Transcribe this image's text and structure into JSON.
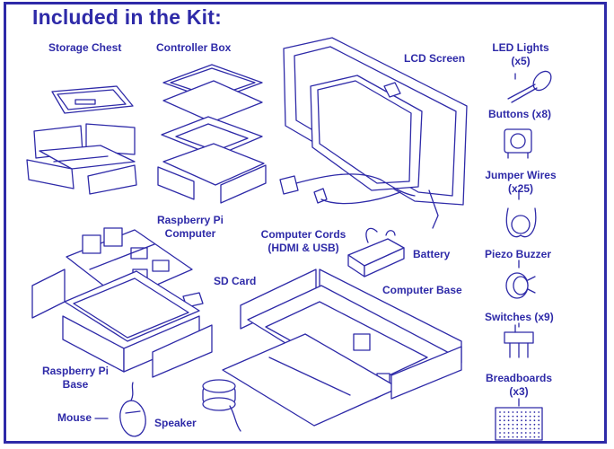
{
  "title": "Included in the Kit:",
  "labels": {
    "storage_chest": "Storage Chest",
    "controller_box": "Controller Box",
    "lcd_screen": "LCD Screen",
    "led_lights": "LED Lights",
    "led_lights_count": "(x5)",
    "buttons": "Buttons (x8)",
    "jumper_wires": "Jumper Wires",
    "jumper_wires_count": "(x25)",
    "raspberry_pi_computer_1": "Raspberry Pi",
    "raspberry_pi_computer_2": "Computer",
    "computer_cords_1": "Computer Cords",
    "computer_cords_2": "(HDMI & USB)",
    "battery": "Battery",
    "piezo_buzzer": "Piezo Buzzer",
    "sd_card": "SD Card",
    "computer_base": "Computer Base",
    "switches": "Switches (x9)",
    "raspberry_pi_base_1": "Raspberry Pi",
    "raspberry_pi_base_2": "Base",
    "breadboards": "Breadboards",
    "breadboards_count": "(x3)",
    "mouse": "Mouse",
    "speaker": "Speaker"
  },
  "colors": {
    "accent": "#2e2aa8",
    "background": "#ffffff"
  }
}
